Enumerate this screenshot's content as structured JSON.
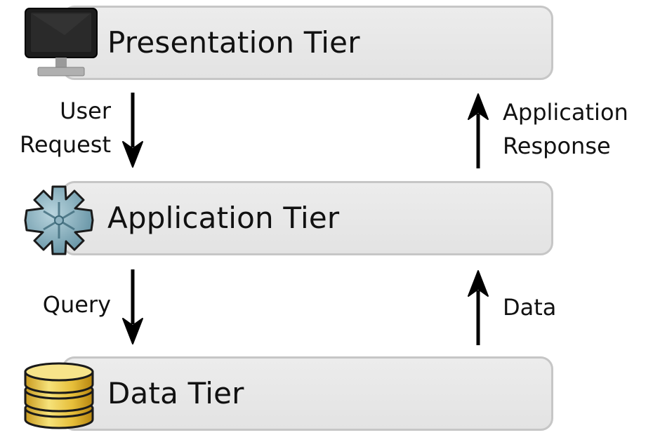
{
  "tiers": {
    "presentation": {
      "title": "Presentation Tier",
      "icon": "monitor-icon"
    },
    "application": {
      "title": "Application Tier",
      "icon": "gear-icon"
    },
    "data": {
      "title": "Data Tier",
      "icon": "database-icon"
    }
  },
  "flows": {
    "user_request": {
      "line1": "User",
      "line2": "Request",
      "direction": "down"
    },
    "application_response": {
      "line1": "Application",
      "line2": "Response",
      "direction": "up"
    },
    "query": {
      "label": "Query",
      "direction": "down"
    },
    "data": {
      "label": "Data",
      "direction": "up"
    }
  },
  "colors": {
    "tier_fill": "#e6e6e6",
    "tier_border": "#c6c6c6",
    "gear": "#6f9fb0",
    "database": "#f0d25a",
    "monitor": "#1f1f1f"
  }
}
